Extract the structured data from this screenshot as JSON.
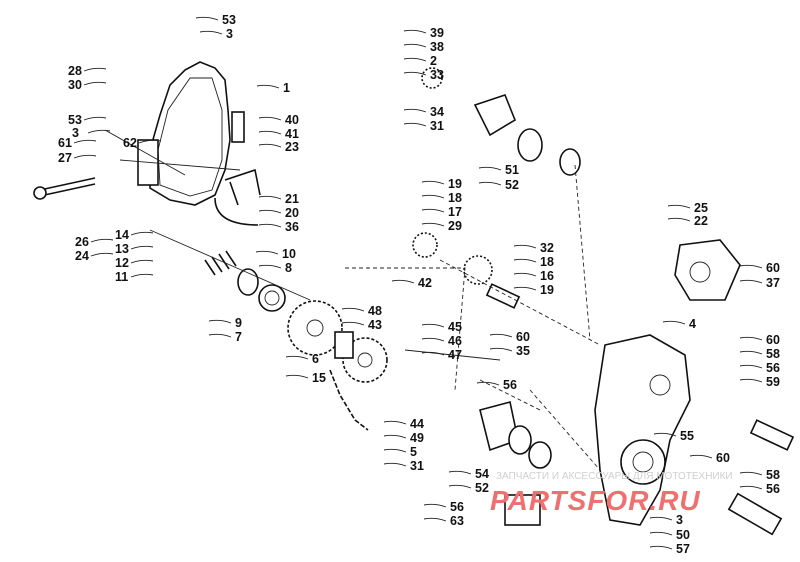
{
  "title": "Drive/Reverse Chain Case Assembly Parts Diagram",
  "labels": [
    "53",
    "3",
    "28",
    "30",
    "1",
    "40",
    "53",
    "3",
    "41",
    "61",
    "62",
    "23",
    "27",
    "21",
    "20",
    "36",
    "26",
    "24",
    "14",
    "13",
    "12",
    "11",
    "10",
    "8",
    "9",
    "7",
    "6",
    "15",
    "42",
    "48",
    "43",
    "45",
    "46",
    "47",
    "44",
    "49",
    "5",
    "31",
    "56",
    "39",
    "38",
    "2",
    "33",
    "34",
    "31",
    "51",
    "52",
    "19",
    "18",
    "17",
    "29",
    "32",
    "18",
    "16",
    "19",
    "25",
    "22",
    "60",
    "37",
    "4",
    "60",
    "35",
    "60",
    "58",
    "56",
    "59",
    "55",
    "60",
    "58",
    "56",
    "54",
    "52",
    "56",
    "63",
    "3",
    "50",
    "57"
  ],
  "watermark": {
    "tagline": "ЗАПЧАСТИ И АКСЕССУАРЫ ДЛЯ МОТОТЕХНИКИ",
    "brand": "PARTSFOR.RU"
  }
}
